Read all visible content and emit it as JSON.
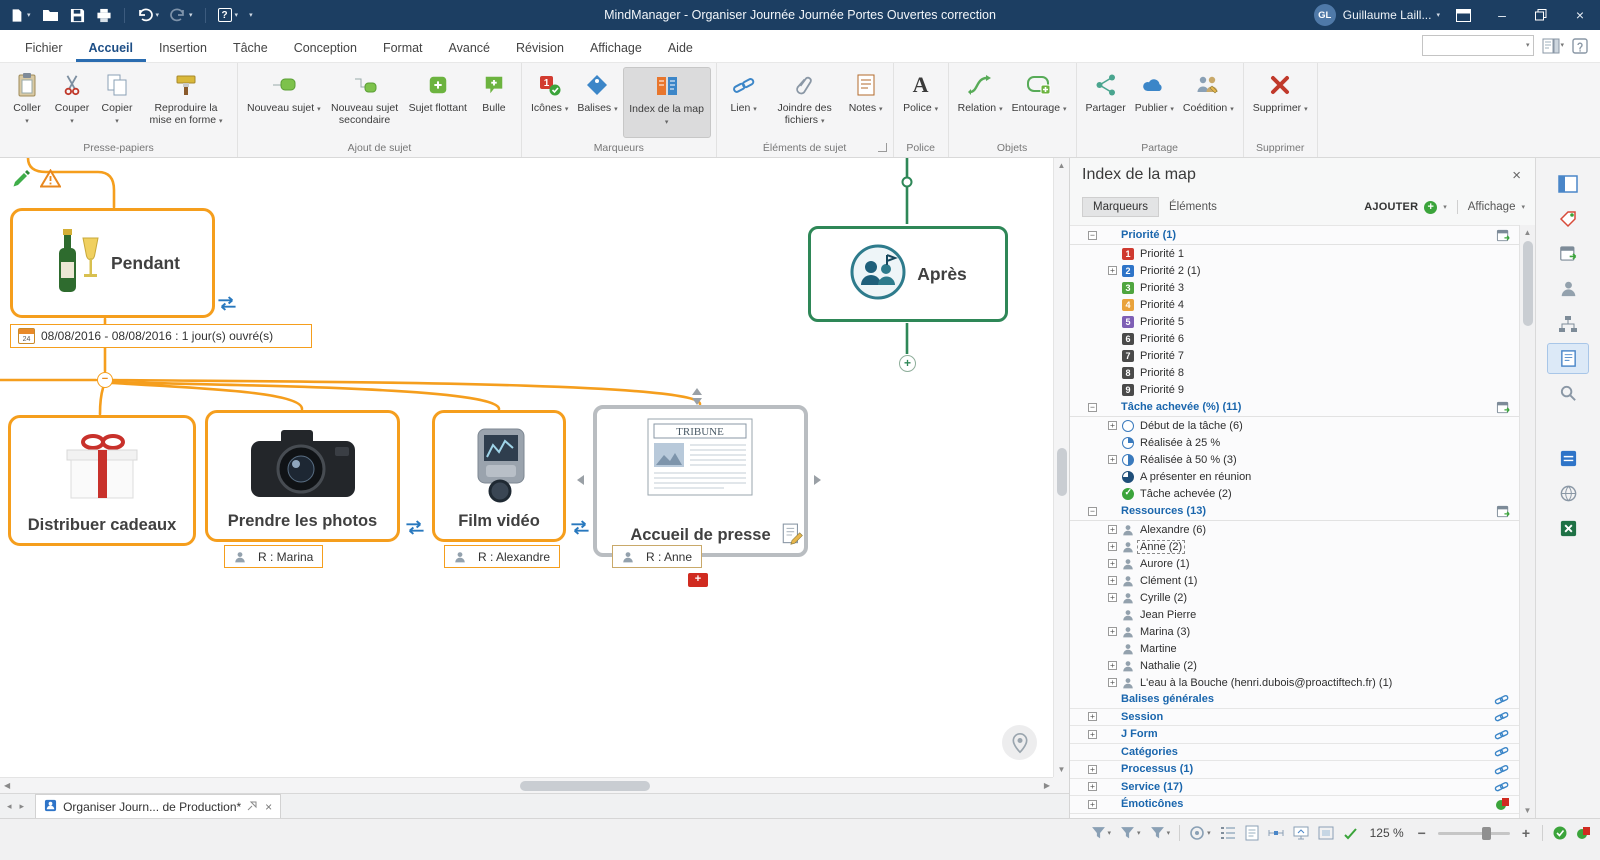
{
  "colors": {
    "titlebar": "#1c3e62",
    "accent_blue": "#2a6cb0",
    "branch_orange": "#F59E1D",
    "branch_green": "#2E8757",
    "selection_gray": "#b9bdc1"
  },
  "titlebar": {
    "title": "MindManager - Organiser Journée Journée Portes Ouvertes correction",
    "user_initials": "GL",
    "user_name": "Guillaume Laill..."
  },
  "ribbon": {
    "tabs": [
      "Fichier",
      "Accueil",
      "Insertion",
      "Tâche",
      "Conception",
      "Format",
      "Avancé",
      "Révision",
      "Affichage",
      "Aide"
    ],
    "active_tab": "Accueil",
    "buttons": {
      "coller": "Coller",
      "couper": "Couper",
      "copier": "Copier",
      "reproduire": "Reproduire la mise en forme",
      "nouveau_sujet": "Nouveau sujet",
      "nouveau_sujet_secondaire": "Nouveau sujet secondaire",
      "sujet_flottant": "Sujet flottant",
      "bulle": "Bulle",
      "icones": "Icônes",
      "balises": "Balises",
      "index_map": "Index de la map",
      "lien": "Lien",
      "joindre": "Joindre des fichiers",
      "notes": "Notes",
      "police": "Police",
      "relation": "Relation",
      "entourage": "Entourage",
      "partager": "Partager",
      "publier": "Publier",
      "coedition": "Coédition",
      "supprimer": "Supprimer"
    },
    "groups": {
      "presse_papiers": "Presse-papiers",
      "ajout_sujet": "Ajout de sujet",
      "marqueurs": "Marqueurs",
      "elements_sujet": "Éléments de sujet",
      "police": "Police",
      "objets": "Objets",
      "partage": "Partage",
      "supprimer": "Supprimer"
    }
  },
  "map": {
    "topics": {
      "pendant": "Pendant",
      "apres": "Après",
      "distribuer_cadeaux": "Distribuer cadeaux",
      "prendre_photos": "Prendre les photos",
      "film_video": "Film vidéo",
      "accueil_presse": "Accueil de presse"
    },
    "date_info": "08/08/2016 - 08/08/2016 : 1 jour(s) ouvré(s)",
    "calendar_day": "24",
    "resources": {
      "prendre_photos": "R : Marina",
      "film_video": "R : Alexandre",
      "accueil_presse": "R : Anne"
    },
    "newspaper_title": "TRIBUNE"
  },
  "index_panel": {
    "title": "Index de la map",
    "tab_marqueurs": "Marqueurs",
    "tab_elements": "Éléments",
    "ajouter_label": "AJOUTER",
    "affichage_label": "Affichage",
    "sections": {
      "priorite": {
        "header": "Priorité (1)",
        "items": [
          {
            "num": "1",
            "label": "Priorité 1",
            "color": "#cf3a30",
            "expandable": false
          },
          {
            "num": "2",
            "label": "Priorité 2 (1)",
            "color": "#2e74c8",
            "expandable": true
          },
          {
            "num": "3",
            "label": "Priorité 3",
            "color": "#4fa53f",
            "expandable": false
          },
          {
            "num": "4",
            "label": "Priorité 4",
            "color": "#e9a23b",
            "expandable": false
          },
          {
            "num": "5",
            "label": "Priorité 5",
            "color": "#7e5fb5",
            "expandable": false
          },
          {
            "num": "6",
            "label": "Priorité 6",
            "color": "#4a4a4a",
            "expandable": false
          },
          {
            "num": "7",
            "label": "Priorité 7",
            "color": "#4a4a4a",
            "expandable": false
          },
          {
            "num": "8",
            "label": "Priorité 8",
            "color": "#4a4a4a",
            "expandable": false
          },
          {
            "num": "9",
            "label": "Priorité 9",
            "color": "#4a4a4a",
            "expandable": false
          }
        ]
      },
      "tache": {
        "header": "Tâche achevée (%) (11)",
        "items": [
          {
            "label": "Début de la tâche (6)",
            "progress": 0,
            "expandable": true
          },
          {
            "label": "Réalisée à 25 %",
            "progress": 25,
            "expandable": false
          },
          {
            "label": "Réalisée à 50 % (3)",
            "progress": 50,
            "expandable": true
          },
          {
            "label": "A présenter en réunion",
            "progress": 75,
            "expandable": false
          },
          {
            "label": "Tâche achevée (2)",
            "progress": 100,
            "expandable": false
          }
        ]
      },
      "ressources": {
        "header": "Ressources (13)",
        "items": [
          {
            "label": "Alexandre (6)",
            "expandable": true
          },
          {
            "label": "Anne (2)",
            "expandable": true,
            "selected": true
          },
          {
            "label": "Aurore (1)",
            "expandable": true
          },
          {
            "label": "Clément (1)",
            "expandable": true
          },
          {
            "label": "Cyrille (2)",
            "expandable": true
          },
          {
            "label": "Jean Pierre",
            "expandable": false
          },
          {
            "label": "Marina (3)",
            "expandable": true
          },
          {
            "label": "Martine",
            "expandable": false
          },
          {
            "label": "Nathalie (2)",
            "expandable": true
          },
          {
            "label": "L'eau à la Bouche (henri.dubois@proactiftech.fr) (1)",
            "expandable": true
          }
        ]
      },
      "general_tags": [
        {
          "label": "Balises générales",
          "expandable": false
        },
        {
          "label": "Session",
          "expandable": true
        },
        {
          "label": "J Form",
          "expandable": true
        },
        {
          "label": "Catégories",
          "expandable": false
        },
        {
          "label": "Processus (1)",
          "expandable": true
        },
        {
          "label": "Service (17)",
          "expandable": true
        },
        {
          "label": "Émoticônes",
          "expandable": true
        }
      ]
    }
  },
  "document_tab": "Organiser Journ... de Production*",
  "statusbar": {
    "zoom": "125 %"
  }
}
